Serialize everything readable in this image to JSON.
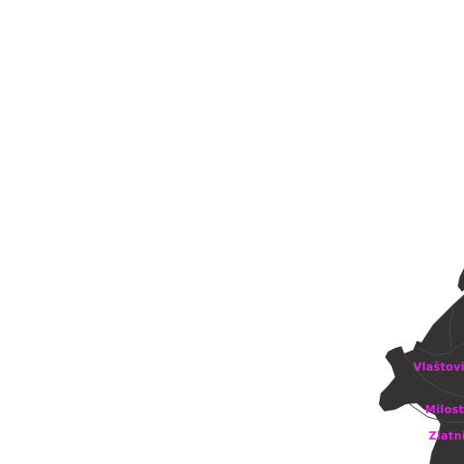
{
  "map": {
    "land_color": "#333333",
    "border_color": "#4a4a4a",
    "background_color": "#ffffff",
    "label_color": "#e020e0",
    "labels": {
      "vlastovice": "Vlaštovic",
      "milost": "Milost",
      "zlatni": "Zlatni"
    }
  }
}
